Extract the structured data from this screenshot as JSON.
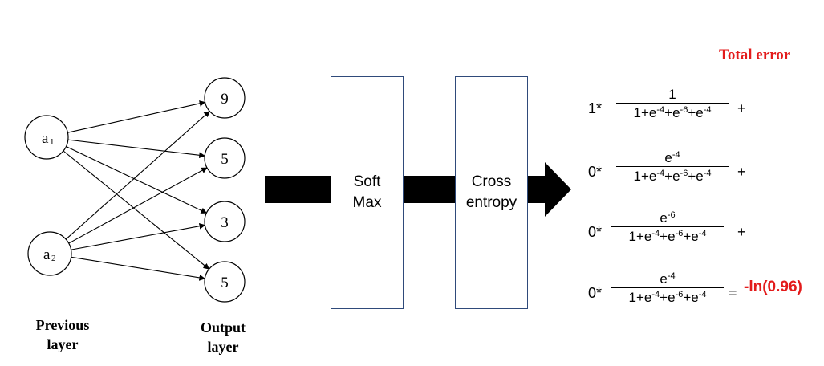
{
  "network": {
    "inputs": [
      {
        "letter": "a",
        "sub": "1"
      },
      {
        "letter": "a",
        "sub": "2"
      }
    ],
    "outputs": [
      "9",
      "5",
      "3",
      "5"
    ],
    "input_caption": [
      "Previous",
      "layer"
    ],
    "output_caption": [
      "Output",
      "layer"
    ]
  },
  "blocks": {
    "softmax": [
      "Soft",
      "Max"
    ],
    "cross_entropy": [
      "Cross",
      "entropy"
    ]
  },
  "equation": {
    "title": "Total error",
    "terms": [
      {
        "coef": "1*",
        "num": "1",
        "num_exp": "",
        "op": "+"
      },
      {
        "coef": "0*",
        "num": "e",
        "num_exp": "-4",
        "op": "+"
      },
      {
        "coef": "0*",
        "num": "e",
        "num_exp": "-6",
        "op": "+"
      },
      {
        "coef": "0*",
        "num": "e",
        "num_exp": "-4",
        "op": "="
      }
    ],
    "denominator": {
      "one_plus": "1+",
      "base": "e",
      "exps": [
        "-4",
        "-6",
        "-4"
      ],
      "sep": "+"
    },
    "result": "-ln(0.96)"
  },
  "colors": {
    "highlight": "#e31b1b",
    "box_border": "#2f4a7a",
    "arrow": "#000000"
  }
}
